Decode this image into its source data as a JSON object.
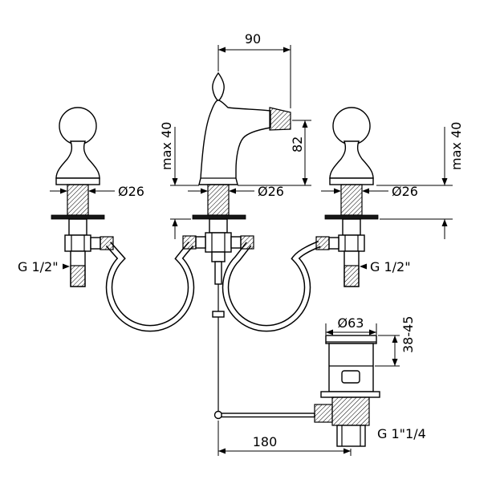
{
  "drawing": {
    "kind": "bidet-mixer-3-hole-technical-drawing",
    "background": "#ffffff",
    "line_color": "#000000"
  },
  "dims": {
    "reach_90": "90",
    "max_deck_left": "max 40",
    "height_82": "82",
    "max_deck_right": "max 40",
    "dia26_left": "Ø26",
    "dia26_center": "Ø26",
    "dia26_right": "Ø26",
    "thread_left": "G 1/2\"",
    "thread_right": "G 1/2\"",
    "dia63": "Ø63",
    "range_38_45": "38-45",
    "offset_180": "180",
    "thread_waste": "G 1\"1/4"
  }
}
